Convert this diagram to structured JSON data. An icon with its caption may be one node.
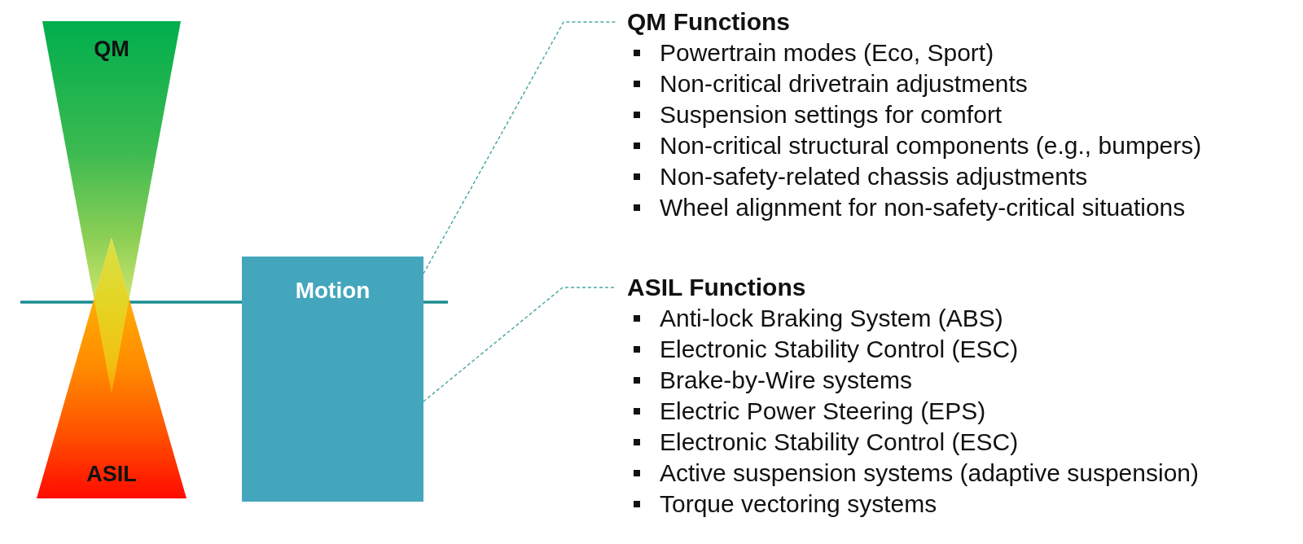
{
  "diagram": {
    "nodes": [
      {
        "text": [
          "QM"
        ]
      },
      {
        "text": [
          "ASIL"
        ]
      },
      {
        "text": [
          "Motion"
        ]
      },
      {
        "text": [
          "QM Functions",
          "Powertrain modes (Eco, Sport)",
          "Non-critical drivetrain adjustments",
          "Suspension settings for comfort",
          "Non-critical structural components (e.g., bumpers)",
          "Non-safety-related chassis adjustments",
          "Wheel alignment for non-safety-critical situations"
        ]
      },
      {
        "text": [
          "ASIL Functions",
          "Anti-lock Braking System (ABS)",
          "Electronic Stability Control (ESC)",
          "Brake-by-Wire systems",
          "Electric Power Steering (EPS)",
          "Electronic Stability Control (ESC)",
          "Active suspension systems (adaptive suspension)",
          "Torque vectoring systems"
        ]
      }
    ],
    "edges": [
      {
        "from": 2,
        "to": 3,
        "arrow": "none",
        "style": "dashed"
      },
      {
        "from": 2,
        "to": 4,
        "arrow": "none",
        "style": "dashed"
      }
    ]
  }
}
